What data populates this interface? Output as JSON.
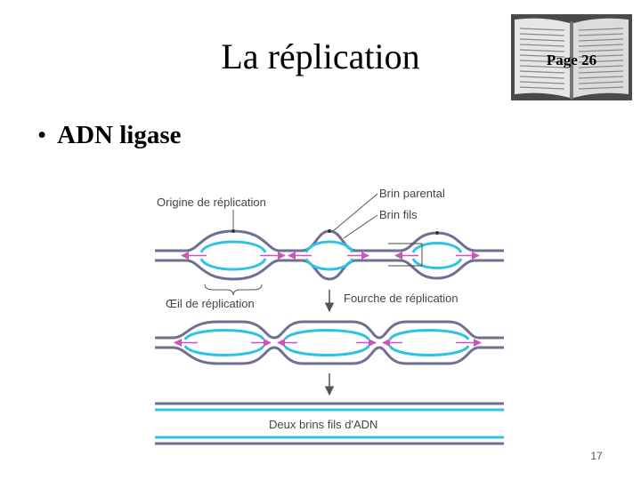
{
  "slide": {
    "title": "La réplication",
    "page_ref": "Page 26",
    "bullet": "ADN ligase",
    "bullet_marker": "•",
    "page_number": "17"
  },
  "figure": {
    "labels": {
      "origin": "Origine de réplication",
      "parent_strand": "Brin parental",
      "daughter_strand": "Brin fils",
      "eye": "Œil de réplication",
      "fork": "Fourche de réplication",
      "two_daughters": "Deux brins fils d'ADN"
    },
    "colors": {
      "parent_strand": "#6f6f96",
      "daughter_strand": "#2fc3e3",
      "arrow": "#cc55bb",
      "label": "#444444"
    }
  }
}
